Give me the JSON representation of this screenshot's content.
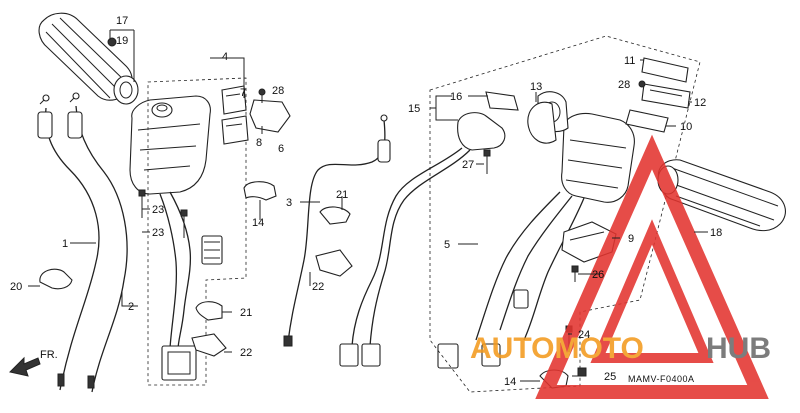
{
  "diagram": {
    "code": "MAMV-F0400A",
    "direction_label": "FR.",
    "labels": {
      "p1": "1",
      "p2": "2",
      "p3": "3",
      "p4": "4",
      "p5": "5",
      "p6": "6",
      "p7": "7",
      "p8": "8",
      "p9": "9",
      "p10": "10",
      "p11": "11",
      "p12": "12",
      "p13": "13",
      "p14a": "14",
      "p14b": "14",
      "p15": "15",
      "p16": "16",
      "p17": "17",
      "p18": "18",
      "p19": "19",
      "p20": "20",
      "p21a": "21",
      "p21b": "21",
      "p22a": "22",
      "p22b": "22",
      "p23a": "23",
      "p23b": "23",
      "p24": "24",
      "p25": "25",
      "p26": "26",
      "p27": "27",
      "p28a": "28",
      "p28b": "28"
    }
  },
  "watermark": {
    "word_orange": "AUTOMOTO",
    "word_gray": "HUB",
    "color_red": "#e3342f",
    "color_orange": "#f39a1e",
    "color_gray": "#6b6b6b"
  }
}
